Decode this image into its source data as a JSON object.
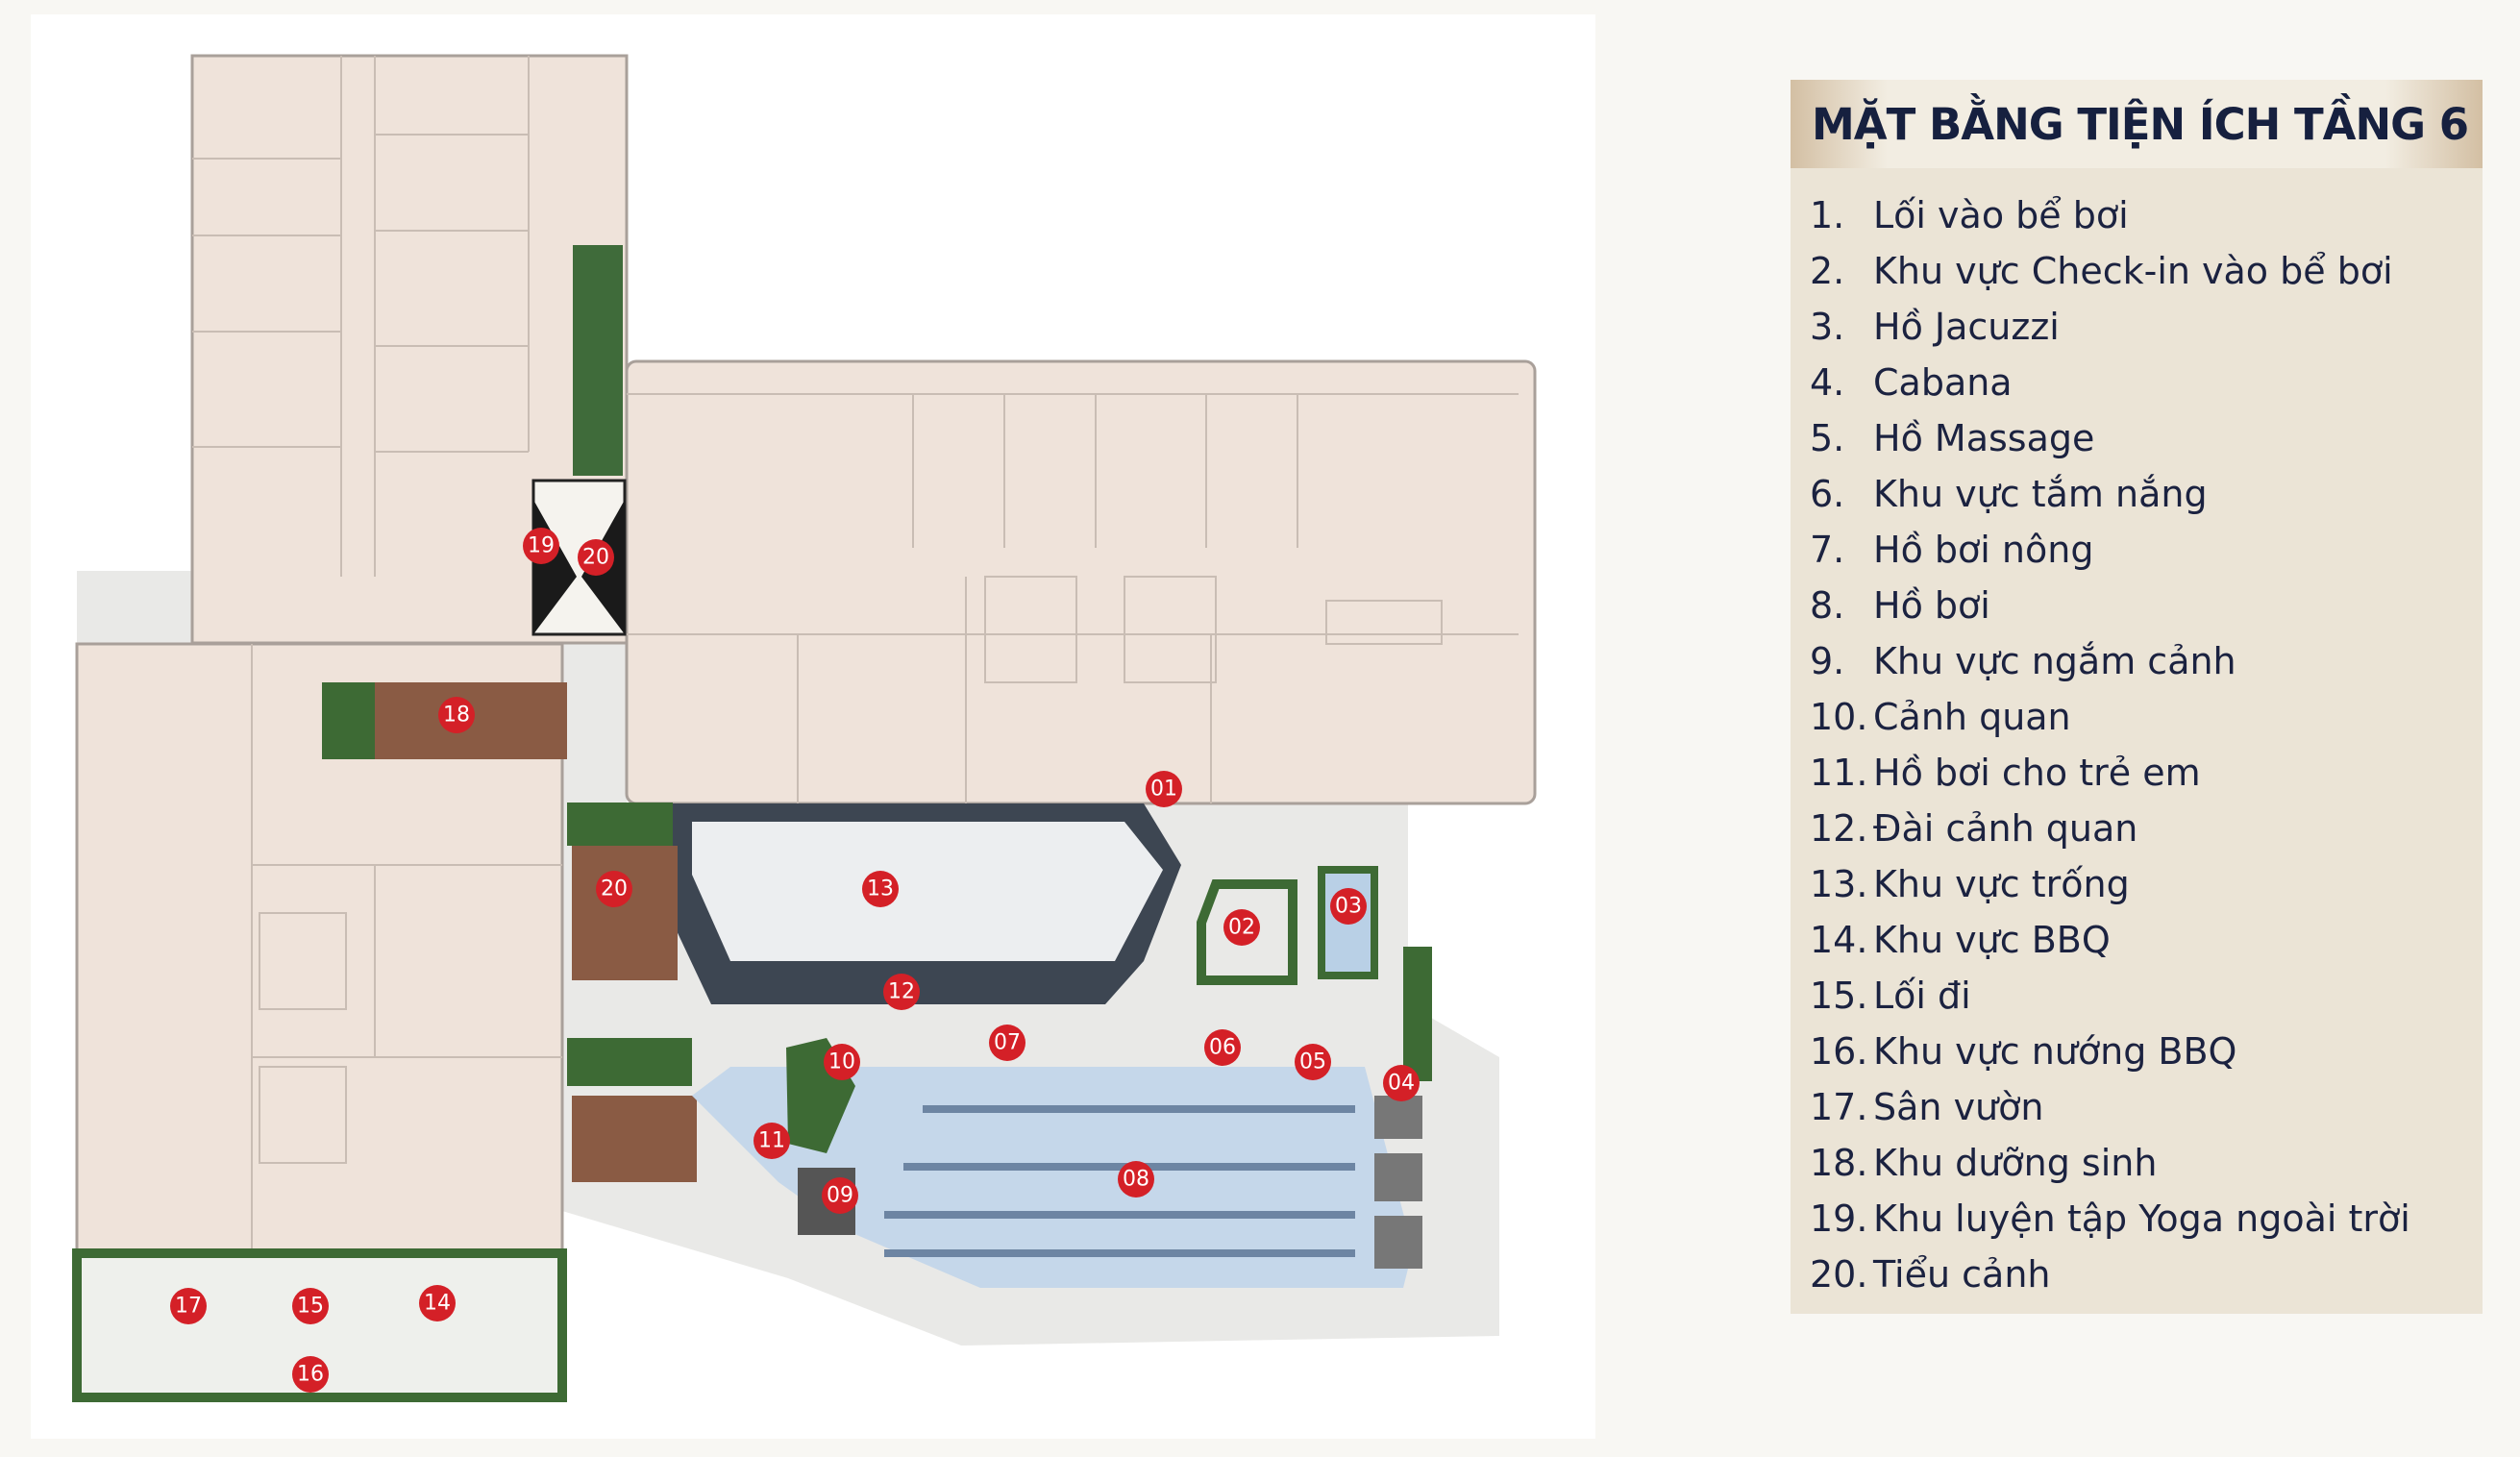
{
  "legend": {
    "title": "MẶT BẰNG TIỆN ÍCH TẦNG 6",
    "items": [
      {
        "num": "1.",
        "label": "Lối vào bể bơi"
      },
      {
        "num": "2.",
        "label": "Khu vực Check-in vào bể bơi"
      },
      {
        "num": "3.",
        "label": "Hồ Jacuzzi"
      },
      {
        "num": "4.",
        "label": "Cabana"
      },
      {
        "num": "5.",
        "label": "Hồ Massage"
      },
      {
        "num": "6.",
        "label": "Khu vực tắm nắng"
      },
      {
        "num": "7.",
        "label": "Hồ bơi nông"
      },
      {
        "num": "8.",
        "label": "Hồ bơi"
      },
      {
        "num": "9.",
        "label": "Khu vực ngắm cảnh"
      },
      {
        "num": "10.",
        "label": "Cảnh quan"
      },
      {
        "num": "11.",
        "label": "Hồ bơi cho trẻ em"
      },
      {
        "num": "12.",
        "label": "Đài cảnh quan"
      },
      {
        "num": "13.",
        "label": "Khu vực trống"
      },
      {
        "num": "14.",
        "label": "Khu vực BBQ"
      },
      {
        "num": "15.",
        "label": "Lối đi"
      },
      {
        "num": "16.",
        "label": "Khu vực nướng BBQ"
      },
      {
        "num": "17.",
        "label": "Sân vườn"
      },
      {
        "num": "18.",
        "label": "Khu dưỡng sinh"
      },
      {
        "num": "19.",
        "label": "Khu luyện tập Yoga ngoài trời"
      },
      {
        "num": "20.",
        "label": "Tiểu cảnh"
      }
    ]
  },
  "markers": {
    "m01": "01",
    "m02": "02",
    "m03": "03",
    "m04": "04",
    "m05": "05",
    "m06": "06",
    "m07": "07",
    "m08": "08",
    "m09": "09",
    "m10": "10",
    "m11": "11",
    "m12": "12",
    "m13": "13",
    "m14": "14",
    "m15": "15",
    "m16": "16",
    "m17": "17",
    "m18": "18",
    "m19": "19",
    "m20a": "20",
    "m20b": "20"
  },
  "colors": {
    "marker": "#d42027",
    "title_text": "#16203f",
    "legend_bg": "#ebe4d6"
  }
}
